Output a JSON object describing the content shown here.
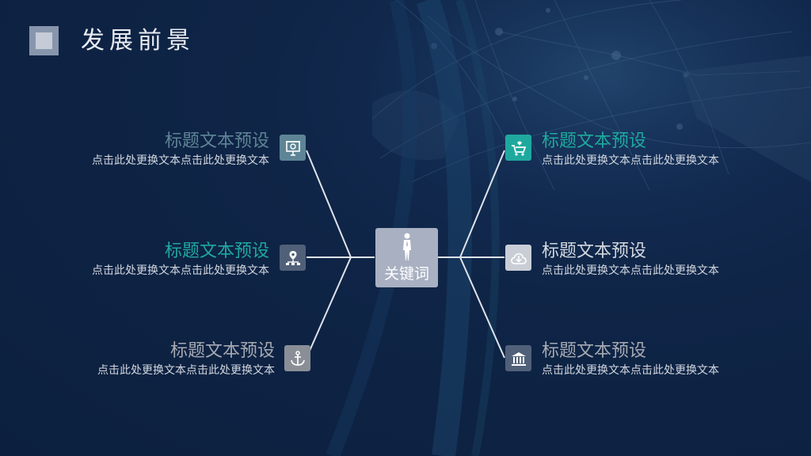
{
  "page": {
    "title": "发展前景"
  },
  "center": {
    "label": "关键词",
    "icon": "person-icon"
  },
  "colors": {
    "teal": "#1fa99e",
    "steel": "#5e8596",
    "gray": "#8a8f97",
    "slate": "#516079",
    "lightgray": "#c9ced6"
  },
  "left_items": [
    {
      "title": "标题文本预设",
      "desc": "点击此处更换文本点击此处更换文本",
      "icon": "presentation-board-icon",
      "color": "#5e8596"
    },
    {
      "title": "标题文本预设",
      "desc": "点击此处更换文本点击此处更换文本",
      "icon": "network-location-icon",
      "color": "#1fa99e"
    },
    {
      "title": "标题文本预设",
      "desc": "点击此处更换文本点击此处更换文本",
      "icon": "anchor-icon",
      "color": "#8a8f97"
    }
  ],
  "right_items": [
    {
      "title": "标题文本预设",
      "desc": "点击此处更换文本点击此处更换文本",
      "icon": "shopping-cart-icon",
      "color": "#1fa99e"
    },
    {
      "title": "标题文本预设",
      "desc": "点击此处更换文本点击此处更换文本",
      "icon": "cloud-download-icon",
      "color": "#c9ced6"
    },
    {
      "title": "标题文本预设",
      "desc": "点击此处更换文本点击此处更换文本",
      "icon": "bank-building-icon",
      "color": "#8a8f97"
    }
  ]
}
